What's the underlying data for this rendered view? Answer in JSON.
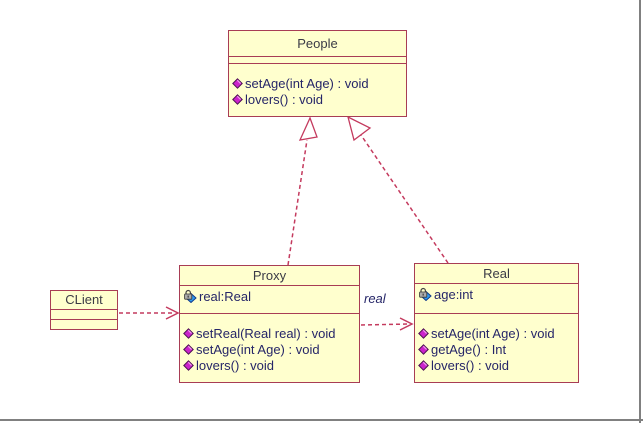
{
  "colors": {
    "class_fill": "#FFFFCE",
    "class_border": "#A83D55",
    "connector": "#C43A5E",
    "title_text": "#3B3B46",
    "member_text": "#262668",
    "operation_icon": "#CB23CB",
    "attribute_icon": "#2F9BF0",
    "page_edge": "#808080"
  },
  "classes": {
    "people": {
      "name": "People",
      "attributes": [],
      "operations": [
        "setAge(int Age) : void",
        "lovers() : void"
      ]
    },
    "client": {
      "name": "CLient",
      "attributes": [],
      "operations": []
    },
    "proxy": {
      "name": "Proxy",
      "attributes": [
        "real:Real"
      ],
      "operations": [
        "setReal(Real real) : void",
        "setAge(int Age) : void",
        "lovers() : void"
      ]
    },
    "real": {
      "name": "Real",
      "attributes": [
        "age:int"
      ],
      "operations": [
        "setAge(int Age) : void",
        "getAge() : Int",
        "lovers() : void"
      ]
    }
  },
  "connectors": {
    "proxy_realizes_people": {
      "type": "realization",
      "style": "dashed-line-hollow-triangle"
    },
    "real_realizes_people": {
      "type": "realization",
      "style": "dashed-line-hollow-triangle"
    },
    "client_depends_on_proxy": {
      "type": "dependency",
      "style": "dashed-line-open-arrow"
    },
    "proxy_depends_on_real": {
      "type": "dependency",
      "style": "dashed-line-open-arrow",
      "label": "real"
    }
  }
}
